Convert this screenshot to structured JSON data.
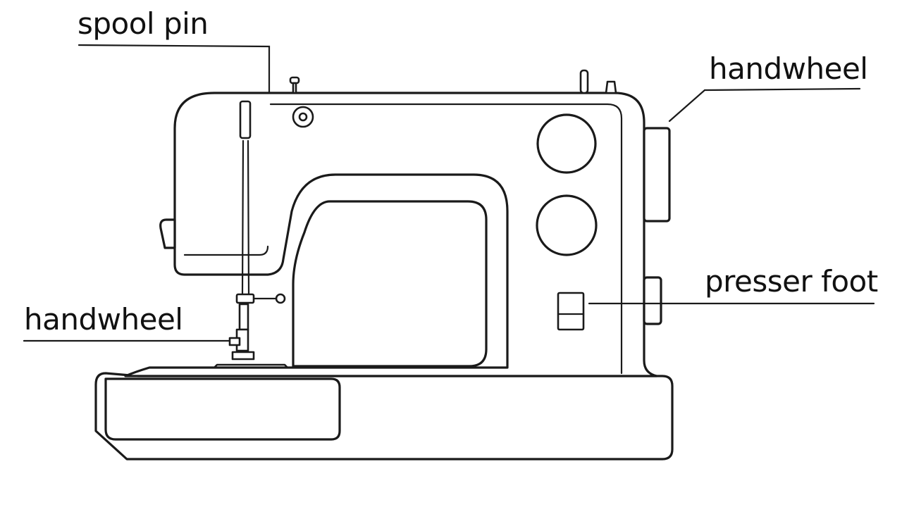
{
  "labels": {
    "spool_pin": "spool pin",
    "handwheel_right": "handwheel",
    "presser_foot": "presser foot",
    "handwheel_left": "handwheel"
  },
  "colors": {
    "line": "#1a1a1a",
    "background": "#ffffff"
  }
}
